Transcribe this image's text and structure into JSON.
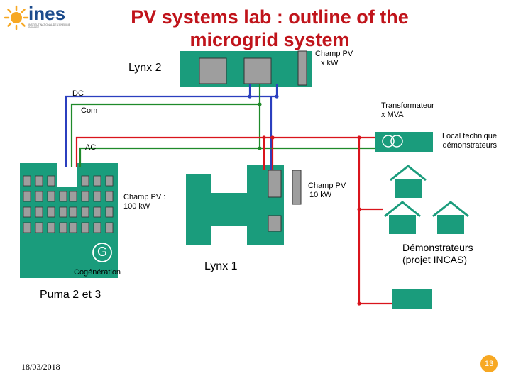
{
  "title": "PV systems lab : outline of the microgrid system",
  "logo": {
    "name": "ines",
    "subtitle": "INSTITUT NATIONAL DE L'ÉNERGIE SOLAIRE"
  },
  "labels": {
    "lynx2": "Lynx 2",
    "champ_pv_top_1": "Champ PV",
    "champ_pv_top_2": "x kW",
    "dc": "DC",
    "com": "Com",
    "ac": "AC",
    "transformateur_1": "Transformateur",
    "transformateur_2": "x MVA",
    "local_1": "Local technique",
    "local_2": "démonstrateurs",
    "champ_pv_100_1": "Champ PV :",
    "champ_pv_100_2": "100 kW",
    "champ_pv_10_1": "Champ PV",
    "champ_pv_10_2": "10 kW",
    "generator": "G",
    "cogeneration": "Cogénération",
    "lynx1": "Lynx 1",
    "demonstrateurs_1": "Démonstrateurs",
    "demonstrateurs_2": "(projet INCAS)",
    "puma": "Puma 2 et 3"
  },
  "footer": {
    "date": "18/03/2018",
    "page": "13"
  },
  "colors": {
    "title": "#c0141b",
    "building": "#1a9c7c",
    "dc": "#2b3fbf",
    "com": "#1f8a2a",
    "ac": "#d9141c",
    "page_badge": "#f7a823"
  }
}
